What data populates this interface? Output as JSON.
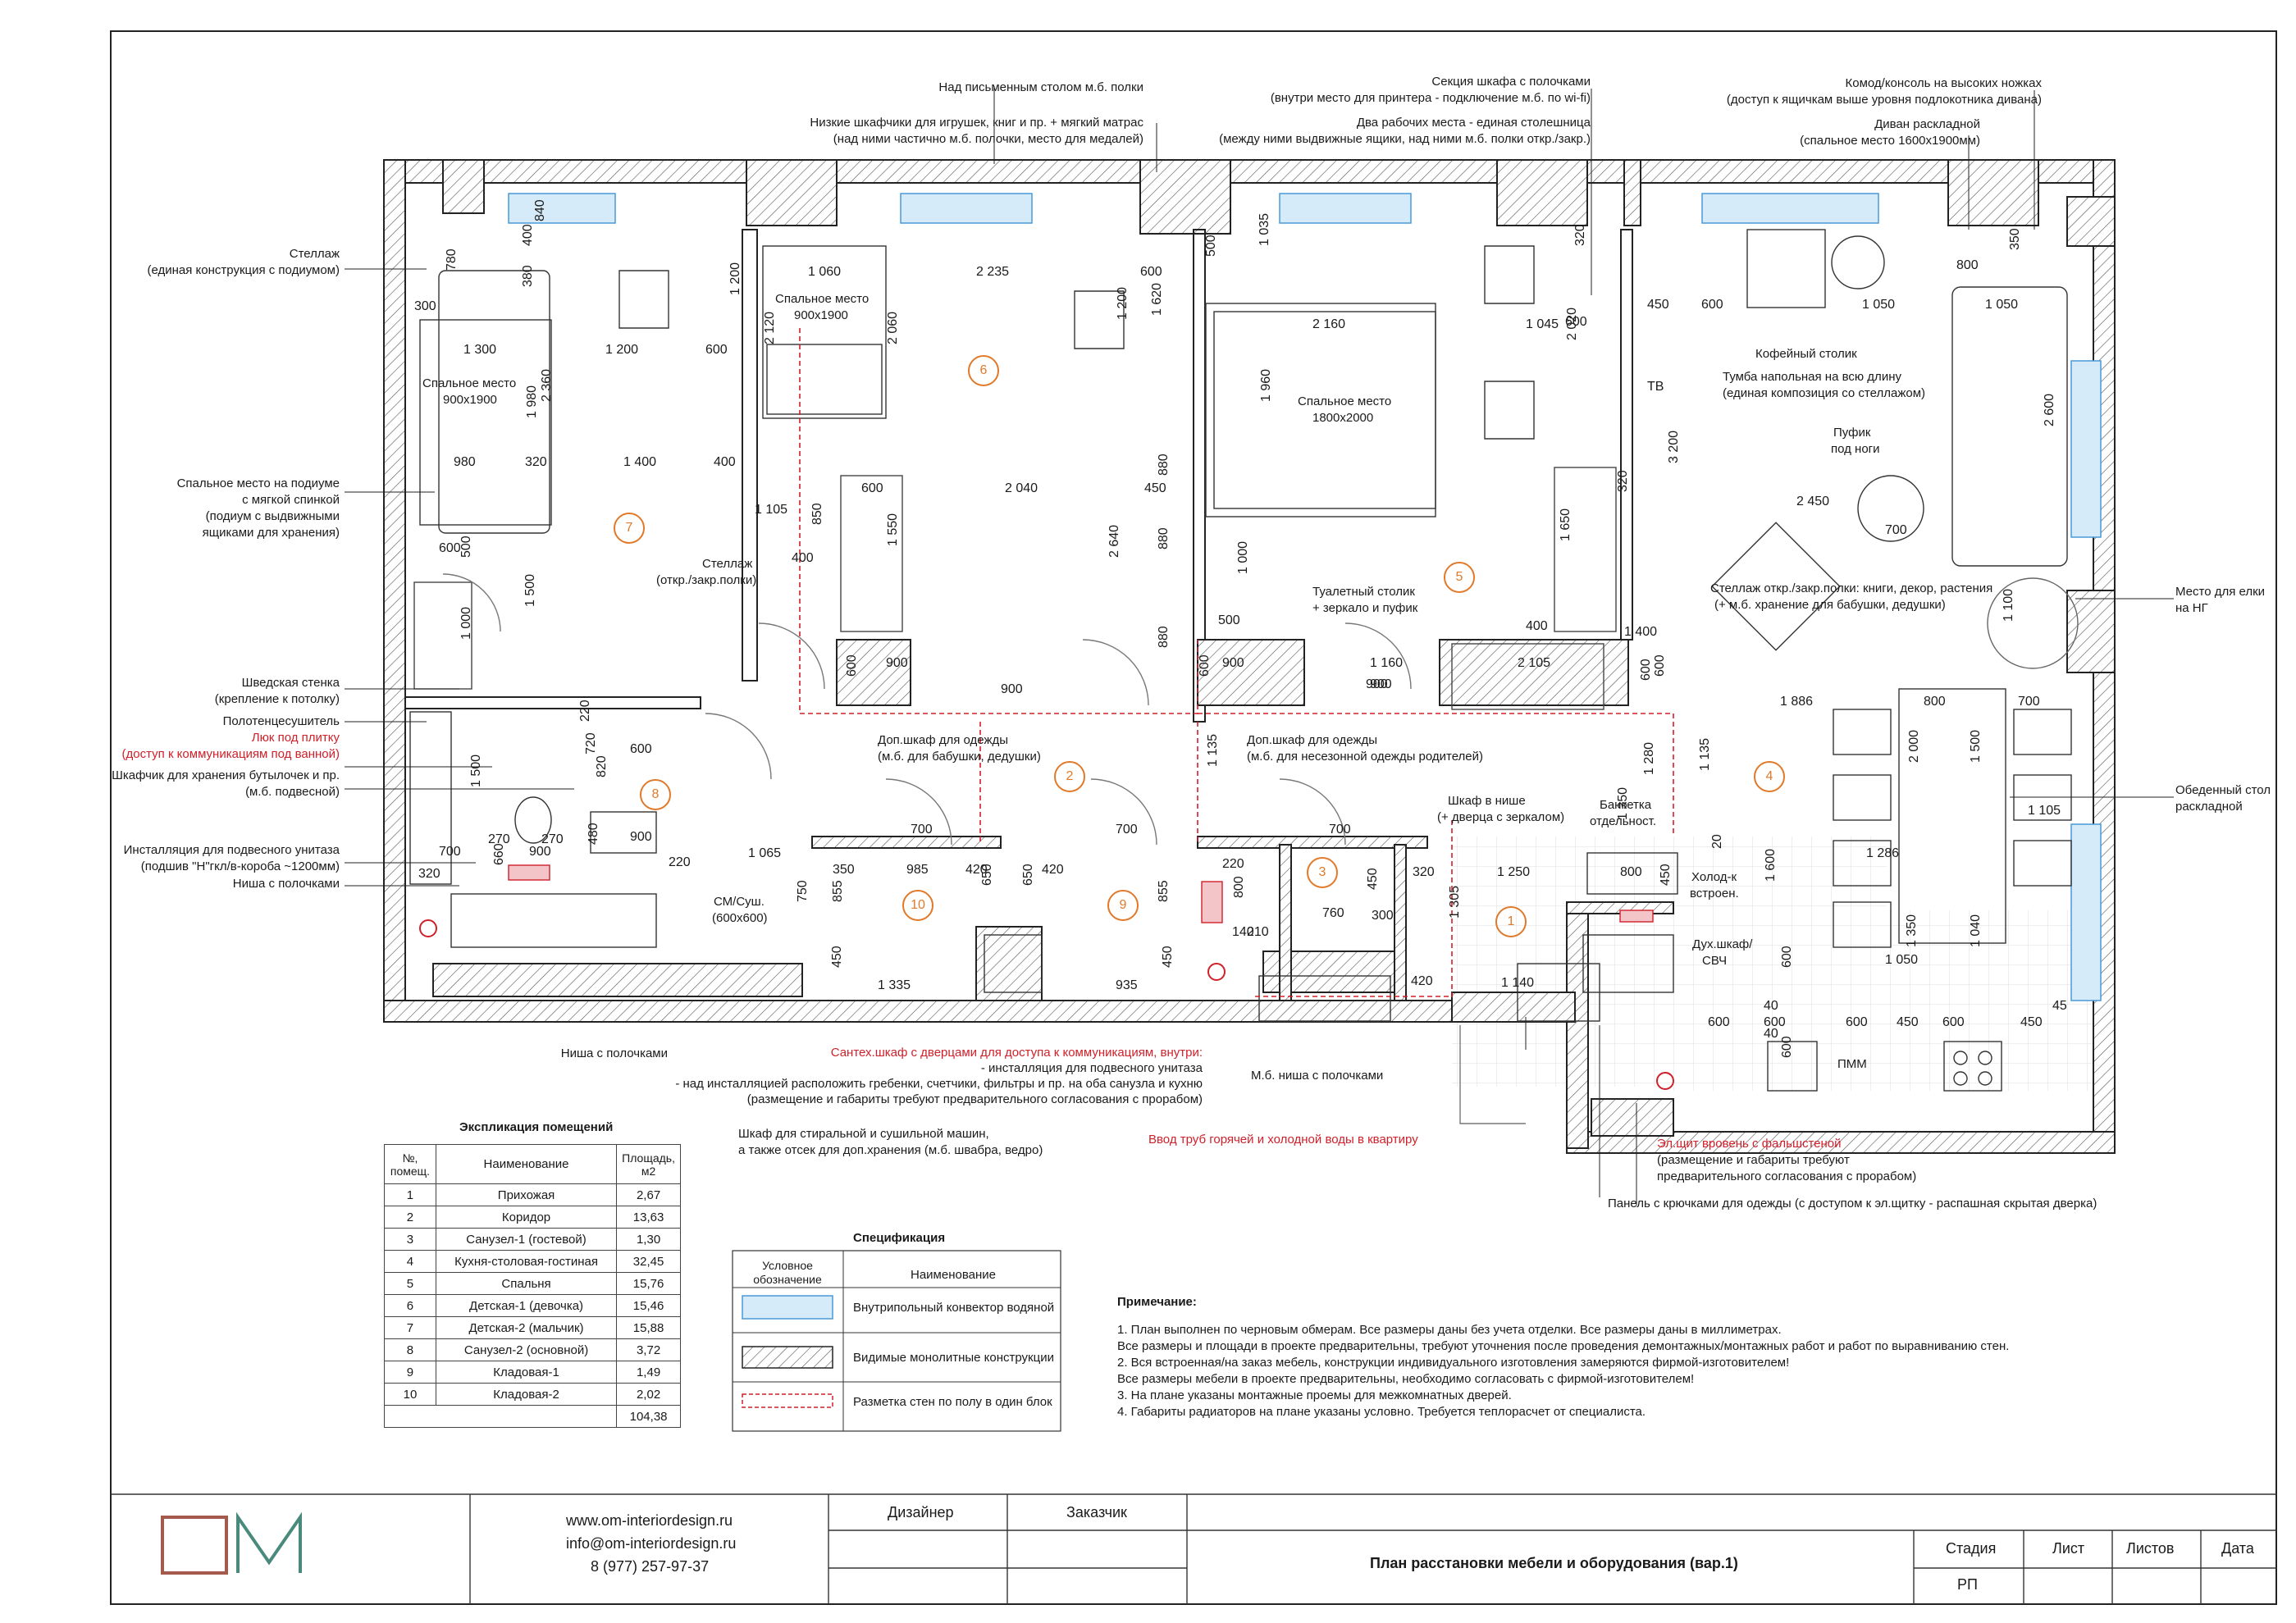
{
  "rooms": [
    {
      "n": "1"
    },
    {
      "n": "2"
    },
    {
      "n": "3"
    },
    {
      "n": "4"
    },
    {
      "n": "5"
    },
    {
      "n": "6"
    },
    {
      "n": "7"
    },
    {
      "n": "8"
    },
    {
      "n": "9"
    },
    {
      "n": "10"
    }
  ],
  "labels_left": [
    "Стеллаж",
    "(единая конструкция с подиумом)",
    "Спальное место на подиуме",
    "с мягкой спинкой",
    "(подиум с выдвижными",
    "ящиками для хранения)",
    "Шведская стенка",
    "(крепление к потолку)",
    "Полотенцесушитель",
    "Люк под плитку",
    "(доступ к коммуникациям под ванной)",
    "Шкафчик для хранения бутылочек и пр.",
    "(м.б. подвесной)",
    "Инсталляция для подвесного унитаза",
    "(подшив \"Н\"гкл/в-короба ~1200мм)",
    "Ниша с полочками"
  ],
  "labels_top": [
    "Над письменным столом м.б. полки",
    "Низкие шкафчики для игрушек, книг и пр. + мягкий матрас",
    "(над ними частично м.б. полочки, место для медалей)",
    "Секция шкафа с полочками",
    "(внутри место для принтера - подключение м.б. по wi-fi)",
    "Два рабочих места - единая столешница",
    "(между ними выдвижные ящики, над ними м.б. полки откр./закр.)",
    "Комод/консоль на высоких ножках",
    "(доступ к ящичкам выше уровня подлокотника дивана)",
    "Диван раскладной",
    "(спальное место 1600х1900мм)"
  ],
  "labels_right": [
    "Кофейный столик",
    "Тумба напольная на всю длину",
    "(единая композиция со стеллажом)",
    "Пуфик",
    "под ноги",
    "Стеллаж откр./закр.полки: книги, декор, растения",
    "(+ м.б. хранение для бабушки, дедушки)",
    "Место для елки",
    "на НГ",
    "Обеденный стол",
    "раскладной"
  ],
  "labels_inner": {
    "bed1": "Спальное место",
    "bed1_size": "900х1900",
    "bed2": "Спальное место",
    "bed2_size": "900х1900",
    "bed3": "Спальное место",
    "bed3_size": "1800х2000",
    "shelf": "Стеллаж",
    "shelf2": "(откр./закр.полки)",
    "vanity": "Туалетный столик",
    "vanity2": "+ зеркало и пуфик",
    "tv": "ТВ",
    "wardrobe1": "Доп.шкаф для одежды",
    "wardrobe1b": "(м.б. для бабушки, дедушки)",
    "wardrobe2": "Доп.шкаф для одежды",
    "wardrobe2b": "(м.б. для несезонной одежды родителей)",
    "niche": "Шкаф в нише",
    "niche2": "(+ дверца с зеркалом)",
    "bench": "Банкетка",
    "bench2": "отдельност.",
    "fridge": "Холод-к",
    "fridge2": "встроен.",
    "oven": "Дух.шкаф/",
    "oven2": "СВЧ",
    "wash": "СМ/Суш.",
    "wash2": "(600х600)",
    "pmm": "ПММ",
    "niche_bottom": "Ниша с полочками"
  },
  "labels_bottom": [
    "Сантех.шкаф с дверцами для доступа к коммуникациям, внутри:",
    "- инсталляция для подвесного унитаза",
    "- над инсталляцией расположить гребенки, счетчики, фильтры и пр. на оба санузла и кухню",
    "(размещение и габариты требуют предварительного согласования с прорабом)",
    "М.б. ниша с полочками",
    "Шкаф для стиральной и сушильной машин,",
    "а также отсек для доп.хранения (м.б. швабра, ведро)",
    "Ввод труб горячей и холодной воды в квартиру",
    "Эл.щит вровень с фальшстеной",
    "(размещение и габариты требуют",
    "предварительного согласования с прорабом)",
    "Панель с крючками для одежды (с доступом к эл.щитку - распашная скрытая дверка)"
  ],
  "explication": {
    "title": "Экспликация помещений",
    "headers": [
      "№, помещ.",
      "Наименование",
      "Площадь, м2"
    ],
    "rows": [
      [
        "1",
        "Прихожая",
        "2,67"
      ],
      [
        "2",
        "Коридор",
        "13,63"
      ],
      [
        "3",
        "Санузел-1 (гостевой)",
        "1,30"
      ],
      [
        "4",
        "Кухня-столовая-гостиная",
        "32,45"
      ],
      [
        "5",
        "Спальня",
        "15,76"
      ],
      [
        "6",
        "Детская-1 (девочка)",
        "15,46"
      ],
      [
        "7",
        "Детская-2 (мальчик)",
        "15,88"
      ],
      [
        "8",
        "Санузел-2 (основной)",
        "3,72"
      ],
      [
        "9",
        "Кладовая-1",
        "1,49"
      ],
      [
        "10",
        "Кладовая-2",
        "2,02"
      ],
      [
        "",
        "",
        "104,38"
      ]
    ]
  },
  "spec": {
    "title": "Спецификация",
    "headers": [
      "Условное обозначение",
      "Наименование"
    ],
    "rows": [
      "Внутрипольный конвектор водяной",
      "Видимые монолитные конструкции",
      "Разметка стен по полу в один блок"
    ]
  },
  "notes": {
    "title": "Примечание:",
    "lines": [
      "1. План выполнен по черновым обмерам. Все размеры даны без учета отделки. Все размеры даны в миллиметрах.",
      "Все размеры и площади в проекте предварительны, требуют уточнения после проведения демонтажных/монтажных работ и работ по выравниванию стен.",
      "2. Вся встроенная/на заказ мебель, конструкции индивидуального изготовления замеряются фирмой-изготовителем!",
      "Все размеры мебели в проекте предварительны, необходимо согласовать с фирмой-изготовителем!",
      "3. На плане указаны монтажные проемы для межкомнатных дверей.",
      "4. Габариты радиаторов на плане указаны условно. Требуется теплорасчет от специалиста."
    ]
  },
  "titleblock": {
    "web": "www.om-interiordesign.ru",
    "email": "info@om-interiordesign.ru",
    "phone": "8 (977) 257-97-37",
    "designer": "Дизайнер",
    "customer": "Заказчик",
    "title": "План расстановки мебели и оборудования (вар.1)",
    "stage": "Стадия",
    "sheet": "Лист",
    "sheets": "Листов",
    "date": "Дата",
    "stage_val": "РП"
  },
  "dims": [
    "1 300",
    "1 200",
    "600",
    "980",
    "320",
    "1 400",
    "400",
    "300",
    "780",
    "400",
    "840",
    "380",
    "1 980",
    "2 360",
    "500",
    "1 000",
    "1 500",
    "600",
    "1 105",
    "850",
    "400",
    "1 060",
    "2 235",
    "600",
    "500",
    "1 200",
    "2 120",
    "1 200",
    "1 620",
    "2 060",
    "600",
    "2 040",
    "450",
    "1 550",
    "2 640",
    "880",
    "880",
    "880",
    "2 160",
    "1 045",
    "600",
    "1 035",
    "2 020",
    "1 960",
    "1 650",
    "320",
    "1 000",
    "500",
    "1 160",
    "900",
    "2 105",
    "600",
    "1 400",
    "400",
    "320",
    "450",
    "600",
    "1 050",
    "800",
    "350",
    "1 050",
    "2 600",
    "3 200",
    "2 450",
    "700",
    "1 886",
    "800",
    "700",
    "2 000",
    "1 500",
    "1 105",
    "1 286",
    "1 100",
    "900",
    "900",
    "900",
    "900",
    "600",
    "600",
    "600",
    "1 350",
    "1 135",
    "1 280",
    "1 135",
    "700",
    "700",
    "700",
    "720",
    "220",
    "820",
    "600",
    "1 500",
    "270",
    "270",
    "700",
    "900",
    "480",
    "900",
    "220",
    "320",
    "660",
    "1 065",
    "750",
    "350",
    "985",
    "420",
    "420",
    "450",
    "855",
    "650",
    "650",
    "855",
    "1 335",
    "935",
    "450",
    "220",
    "800",
    "760",
    "450",
    "300",
    "140",
    "210",
    "420",
    "320",
    "1 250",
    "800",
    "450",
    "1 305",
    "1 140",
    "1 600",
    "1 350",
    "1 050",
    "1 040",
    "600",
    "600",
    "600",
    "450",
    "600",
    "450",
    "40",
    "40",
    "45",
    "20",
    "600",
    "600"
  ]
}
